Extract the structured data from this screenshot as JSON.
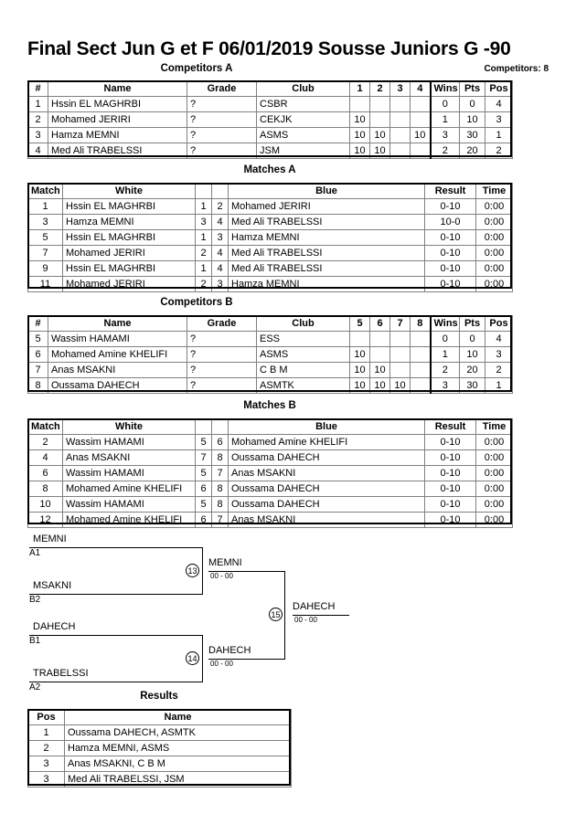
{
  "header": {
    "title": "Final Sect Jun G et F  06/01/2019  Sousse    Juniors G -90",
    "competitors_label": "Competitors: 8"
  },
  "sections": {
    "competitors_a_caption": "Competitors A",
    "matches_a_caption": "Matches A",
    "competitors_b_caption": "Competitors B",
    "matches_b_caption": "Matches B",
    "results_caption": "Results"
  },
  "competitors_a": {
    "headers": [
      "#",
      "Name",
      "Grade",
      "Club",
      "1",
      "2",
      "3",
      "4",
      "Wins",
      "Pts",
      "Pos"
    ],
    "rows": [
      {
        "num": "1",
        "name": "Hssin EL MAGHRBI",
        "grade": "?",
        "club": "CSBR",
        "m": [
          "",
          "",
          "",
          ""
        ],
        "wins": "0",
        "pts": "0",
        "pos": "4"
      },
      {
        "num": "2",
        "name": "Mohamed JERIRI",
        "grade": "?",
        "club": "CEKJK",
        "m": [
          "10",
          "",
          "",
          ""
        ],
        "wins": "1",
        "pts": "10",
        "pos": "3"
      },
      {
        "num": "3",
        "name": "Hamza MEMNI",
        "grade": "?",
        "club": "ASMS",
        "m": [
          "10",
          "10",
          "",
          "10"
        ],
        "wins": "3",
        "pts": "30",
        "pos": "1"
      },
      {
        "num": "4",
        "name": "Med Ali TRABELSSI",
        "grade": "?",
        "club": "JSM",
        "m": [
          "10",
          "10",
          "",
          ""
        ],
        "wins": "2",
        "pts": "20",
        "pos": "2"
      }
    ]
  },
  "matches_a": {
    "headers": [
      "Match",
      "White",
      "",
      "",
      "Blue",
      "Result",
      "Time"
    ],
    "rows": [
      {
        "match": "1",
        "white": "Hssin EL MAGHRBI",
        "wn": "1",
        "bn": "2",
        "blue": "Mohamed JERIRI",
        "result": "0-10",
        "time": "0:00"
      },
      {
        "match": "3",
        "white": "Hamza MEMNI",
        "wn": "3",
        "bn": "4",
        "blue": "Med Ali TRABELSSI",
        "result": "10-0",
        "time": "0:00"
      },
      {
        "match": "5",
        "white": "Hssin EL MAGHRBI",
        "wn": "1",
        "bn": "3",
        "blue": "Hamza MEMNI",
        "result": "0-10",
        "time": "0:00"
      },
      {
        "match": "7",
        "white": "Mohamed JERIRI",
        "wn": "2",
        "bn": "4",
        "blue": "Med Ali TRABELSSI",
        "result": "0-10",
        "time": "0:00"
      },
      {
        "match": "9",
        "white": "Hssin EL MAGHRBI",
        "wn": "1",
        "bn": "4",
        "blue": "Med Ali TRABELSSI",
        "result": "0-10",
        "time": "0:00"
      },
      {
        "match": "11",
        "white": "Mohamed JERIRI",
        "wn": "2",
        "bn": "3",
        "blue": "Hamza MEMNI",
        "result": "0-10",
        "time": "0:00"
      }
    ]
  },
  "competitors_b": {
    "headers": [
      "#",
      "Name",
      "Grade",
      "Club",
      "5",
      "6",
      "7",
      "8",
      "Wins",
      "Pts",
      "Pos"
    ],
    "rows": [
      {
        "num": "5",
        "name": "Wassim HAMAMI",
        "grade": "?",
        "club": "ESS",
        "m": [
          "",
          "",
          "",
          ""
        ],
        "wins": "0",
        "pts": "0",
        "pos": "4"
      },
      {
        "num": "6",
        "name": "Mohamed Amine KHELIFI",
        "grade": "?",
        "club": "ASMS",
        "m": [
          "10",
          "",
          "",
          ""
        ],
        "wins": "1",
        "pts": "10",
        "pos": "3"
      },
      {
        "num": "7",
        "name": "Anas MSAKNI",
        "grade": "?",
        "club": "C B M",
        "m": [
          "10",
          "10",
          "",
          ""
        ],
        "wins": "2",
        "pts": "20",
        "pos": "2"
      },
      {
        "num": "8",
        "name": "Oussama DAHECH",
        "grade": "?",
        "club": "ASMTK",
        "m": [
          "10",
          "10",
          "10",
          ""
        ],
        "wins": "3",
        "pts": "30",
        "pos": "1"
      }
    ]
  },
  "matches_b": {
    "headers": [
      "Match",
      "White",
      "",
      "",
      "Blue",
      "Result",
      "Time"
    ],
    "rows": [
      {
        "match": "2",
        "white": "Wassim HAMAMI",
        "wn": "5",
        "bn": "6",
        "blue": "Mohamed Amine KHELIFI",
        "result": "0-10",
        "time": "0:00"
      },
      {
        "match": "4",
        "white": "Anas MSAKNI",
        "wn": "7",
        "bn": "8",
        "blue": "Oussama DAHECH",
        "result": "0-10",
        "time": "0:00"
      },
      {
        "match": "6",
        "white": "Wassim HAMAMI",
        "wn": "5",
        "bn": "7",
        "blue": "Anas MSAKNI",
        "result": "0-10",
        "time": "0:00"
      },
      {
        "match": "8",
        "white": "Mohamed Amine KHELIFI",
        "wn": "6",
        "bn": "8",
        "blue": "Oussama DAHECH",
        "result": "0-10",
        "time": "0:00"
      },
      {
        "match": "10",
        "white": "Wassim HAMAMI",
        "wn": "5",
        "bn": "8",
        "blue": "Oussama DAHECH",
        "result": "0-10",
        "time": "0:00"
      },
      {
        "match": "12",
        "white": "Mohamed Amine KHELIFI",
        "wn": "6",
        "bn": "7",
        "blue": "Anas MSAKNI",
        "result": "0-10",
        "time": "0:00"
      }
    ]
  },
  "bracket": {
    "entries": [
      {
        "name": "MEMNI",
        "seed": "A1"
      },
      {
        "name": "MSAKNI",
        "seed": "B2"
      },
      {
        "name": "DAHECH",
        "seed": "B1"
      },
      {
        "name": "TRABELSSI",
        "seed": "A2"
      }
    ],
    "nodes": [
      {
        "num": "13",
        "winner": "MEMNI",
        "score": "00 - 00"
      },
      {
        "num": "14",
        "winner": "DAHECH",
        "score": "00 - 00"
      },
      {
        "num": "15",
        "winner": "DAHECH",
        "score": "00 - 00"
      }
    ]
  },
  "results": {
    "headers": [
      "Pos",
      "Name"
    ],
    "rows": [
      {
        "pos": "1",
        "name": "Oussama DAHECH, ASMTK"
      },
      {
        "pos": "2",
        "name": "Hamza MEMNI, ASMS"
      },
      {
        "pos": "3",
        "name": "Anas MSAKNI, C B M"
      },
      {
        "pos": "3",
        "name": "Med Ali TRABELSSI, JSM"
      }
    ]
  }
}
